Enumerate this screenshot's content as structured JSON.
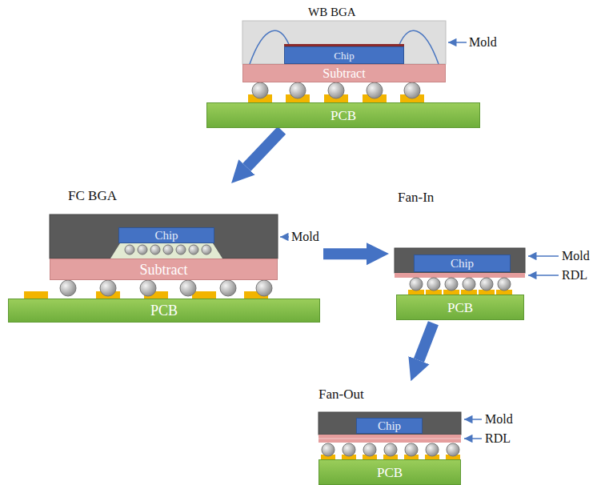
{
  "diagram": {
    "nodes": [
      {
        "text": [
          "WB BGA"
        ]
      },
      {
        "text": [
          "Chip"
        ],
        "in": 0
      },
      {
        "text": [
          "Subtract"
        ],
        "in": 0
      },
      {
        "text": [
          "PCB"
        ],
        "in": 0
      },
      {
        "text": [
          "FC BGA"
        ]
      },
      {
        "text": [
          "Chip"
        ],
        "in": 4
      },
      {
        "text": [
          "Subtract"
        ],
        "in": 4
      },
      {
        "text": [
          "PCB"
        ],
        "in": 4
      },
      {
        "text": [
          "Fan-In"
        ]
      },
      {
        "text": [
          "Chip"
        ],
        "in": 8
      },
      {
        "text": [
          "PCB"
        ],
        "in": 8
      },
      {
        "text": [
          "Fan-Out"
        ]
      },
      {
        "text": [
          "Chip"
        ],
        "in": 11
      },
      {
        "text": [
          "PCB"
        ],
        "in": 11
      }
    ],
    "edges": [
      {
        "from": 0,
        "to": 4,
        "arrow": "to"
      },
      {
        "from": 4,
        "to": 8,
        "arrow": "to"
      },
      {
        "from": 8,
        "to": 11,
        "arrow": "to"
      }
    ],
    "labels": [
      "Mold",
      "Mold",
      "Mold",
      "RDL",
      "Mold",
      "RDL"
    ]
  }
}
